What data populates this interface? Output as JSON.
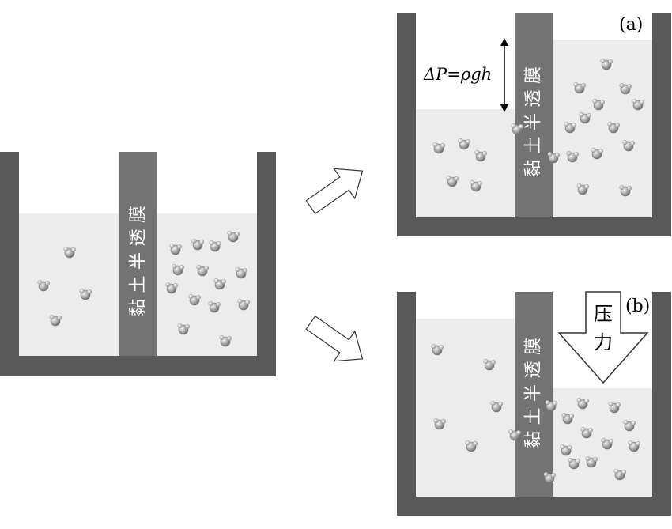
{
  "membrane_label": "黏土半透膜",
  "panel_a": {
    "tag": "(a)",
    "pressure_formula": "ΔP=ρgh"
  },
  "panel_b": {
    "tag": "(b)",
    "pressure_word_1": "压",
    "pressure_word_2": "力"
  },
  "colors": {
    "wall": "#595959",
    "membrane": "#737373",
    "water": "#ececec",
    "molecule": "#a8a8a8",
    "arrow_fill": "#ffffff",
    "arrow_stroke": "#333333"
  },
  "icons": {
    "molecule": "water-molecule-icon",
    "arrow": "block-arrow-icon"
  }
}
